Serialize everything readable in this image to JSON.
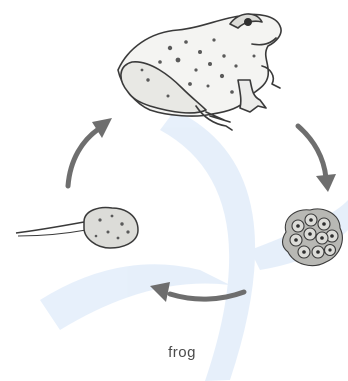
{
  "diagram": {
    "caption": "frog",
    "stages": [
      "adult-frog",
      "frogspawn",
      "tadpole"
    ],
    "arrow_color": "#6e6e6e",
    "ink_color": "#3a3a3a",
    "watermark_color": "#a8c8f0"
  }
}
